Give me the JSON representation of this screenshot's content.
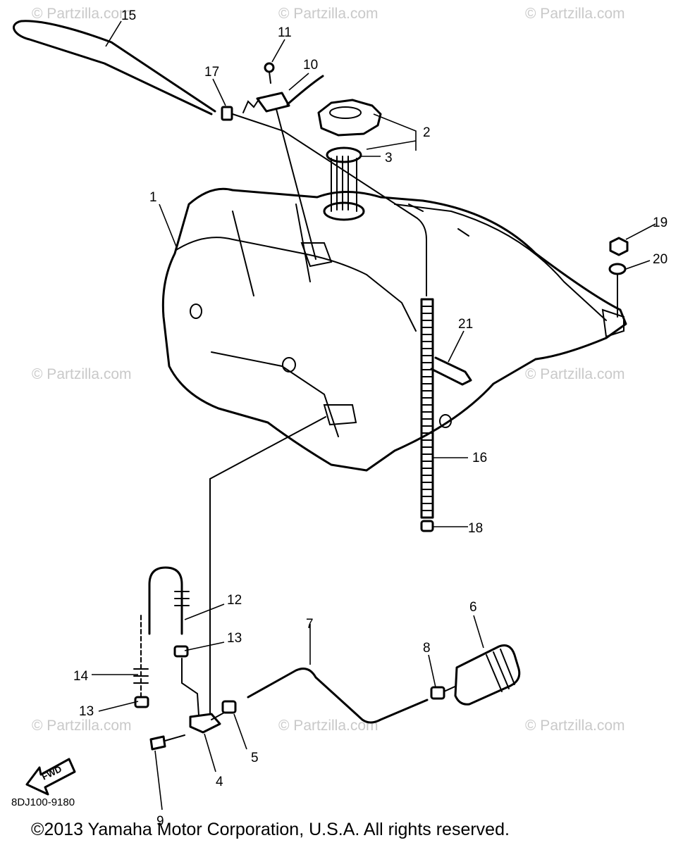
{
  "watermark": "© Partzilla.com",
  "callouts": [
    "1",
    "2",
    "3",
    "4",
    "5",
    "6",
    "7",
    "8",
    "9",
    "10",
    "11",
    "12",
    "13",
    "13",
    "14",
    "15",
    "16",
    "17",
    "18",
    "19",
    "20",
    "21"
  ],
  "diagram_code": "8DJ100-9180",
  "fwd_label": "FWD",
  "copyright": "©2013  Yamaha Motor Corporation, U.S.A. All rights reserved."
}
